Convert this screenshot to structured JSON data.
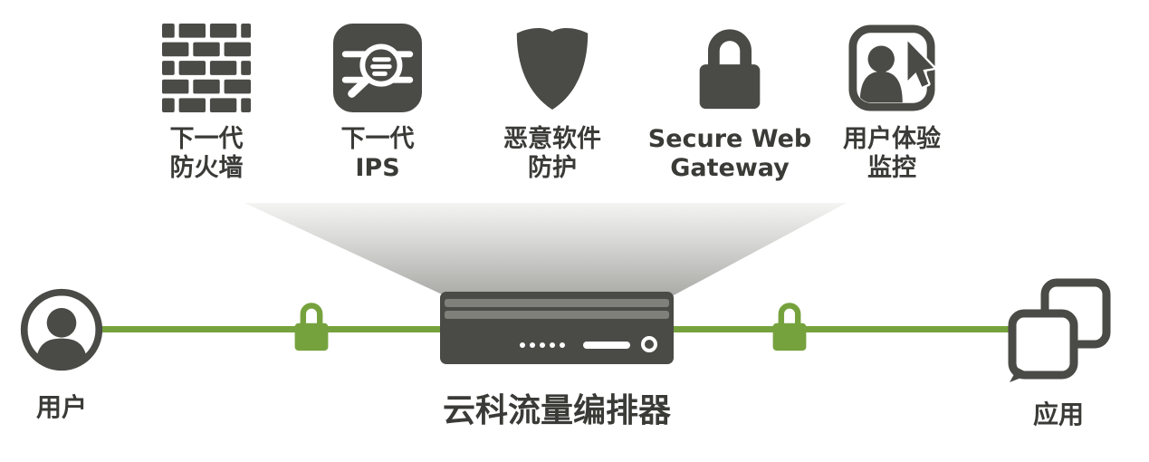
{
  "colors": {
    "dark": "#4a4a46",
    "green": "#76a23e",
    "text": "#3a3a37"
  },
  "services": [
    {
      "icon": "firewall-bricks-icon",
      "label": "下一代\n防火墙"
    },
    {
      "icon": "ips-magnifier-icon",
      "label": "下一代\nIPS"
    },
    {
      "icon": "shield-icon",
      "label": "恶意软件\n防护"
    },
    {
      "icon": "lock-icon",
      "label": "Secure Web\nGateway"
    },
    {
      "icon": "user-monitor-icon",
      "label": "用户体验\n监控"
    }
  ],
  "endpoints": {
    "user_label": "用户",
    "app_label": "应用"
  },
  "orchestrator": {
    "label": "云科流量编排器"
  },
  "links": {
    "left_lock": "encrypted",
    "right_lock": "encrypted"
  }
}
